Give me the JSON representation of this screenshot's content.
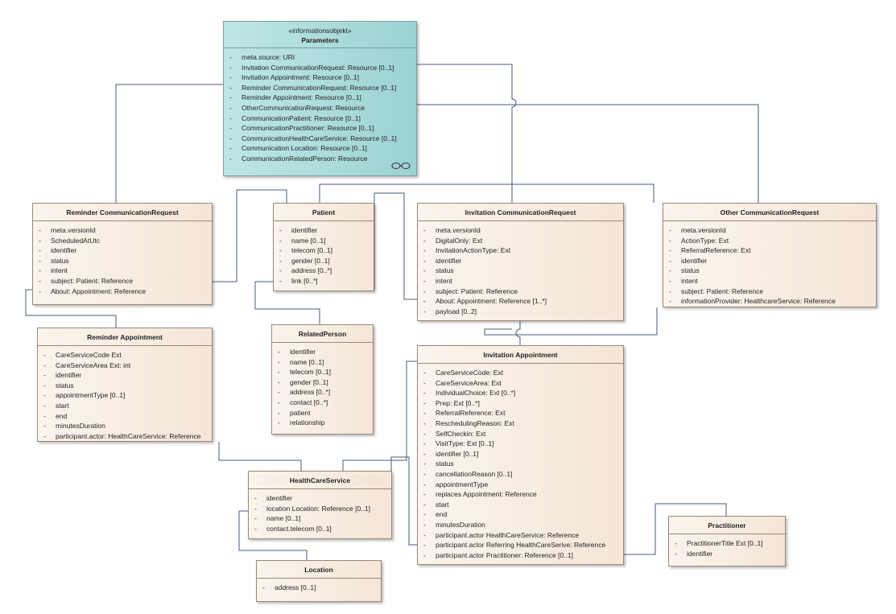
{
  "classes": {
    "parameters": {
      "stereotype": "«informationsobjekt»",
      "name": "Parameters",
      "attributes": [
        "meta.source: URI",
        "Invitation CommunicationRequest: Resource [0..1]",
        "Invitation Appointment: Resource [0..1]",
        "Reminder CommunicationRequest: Resource [0..1]",
        "Reminder Appointment: Resource [0..1]",
        "OtherCommunicationRequest: Resource",
        "CommunicationPatient: Resource [0..1]",
        "CommunicationPractitioner: Resource [0..1]",
        "CommunicationHealthCareService: Resource [0..1]",
        "Communication Location: Resource [0..1]",
        "CommunicationRelatedPerson: Resource"
      ]
    },
    "reminder_request": {
      "name": "Reminder CommunicationRequest",
      "attributes": [
        "meta.versionId",
        "ScheduledAtUtc",
        "identifier",
        "status",
        "intent",
        "subject: Patient: Reference",
        "About: Appointment: Reference"
      ]
    },
    "patient": {
      "name": "Patient",
      "attributes": [
        "identifier",
        "name [0..1]",
        "telecom [0..1]",
        "gender [0..1]",
        "address [0..*]",
        "link [0..*]"
      ]
    },
    "invitation_request": {
      "name": "Invitation CommunicationRequest",
      "attributes": [
        "meta.versionId",
        "DigitalOnly: Ext",
        "InvitationActionType: Ext",
        "identifier",
        "status",
        "intent",
        "subject: Patient: Reference",
        "About: Appointment: Reference [1..*]",
        "payload [0..2]"
      ]
    },
    "other_request": {
      "name": "Other CommunicationRequest",
      "attributes": [
        "meta.versionId",
        "ActionType: Ext",
        "ReferralReference: Ext",
        "identifier",
        "status",
        "intent",
        "subject: Patient: Reference",
        "informationProvider: HealthcareService: Reference"
      ]
    },
    "reminder_appointment": {
      "name": "Reminder Appointment",
      "attributes": [
        "CareServiceCode Ext",
        "CareServiceArea Ext: int",
        "identifier",
        "status",
        "appointmentType [0..1]",
        "start",
        "end",
        "minutesDuration",
        "participant.actor: HealthCareService: Reference"
      ]
    },
    "related_person": {
      "name": "RelatedPerson",
      "attributes": [
        "identifier",
        "name [0..1]",
        "telecom [0..1]",
        "gender [0..1]",
        "address [0..*]",
        "contact [0..*]",
        "patient",
        "relationship"
      ]
    },
    "invitation_appointment": {
      "name": "Invitation Appointment",
      "attributes": [
        "CareServiceCode: Ext",
        "CareServiceArea: Ext",
        "IndividualChoice: Ext [0..*]",
        "Prep: Ext [0..*]",
        "ReferralReference: Ext",
        "ReschedulingReason: Ext",
        "SelfCheckin: Ext",
        "VisitType: Ext [0..1]",
        "identifier [0..1]",
        "status",
        "cancellationReason [0..1]",
        "appointmentType",
        "replaces Appointment: Reference",
        "start",
        "end",
        "minutesDuration",
        "participant.actor HealthCareService: Reference",
        "participant.actor Referring HealthCareSerive: Reference",
        "participant.actor Practitioner: Reference [0..1]"
      ]
    },
    "healthcare_service": {
      "name": "HealthCareService",
      "attributes": [
        "identifier",
        "location Location: Reference [0..1]",
        "name [0..1]",
        "contact.telecom [0..1]"
      ]
    },
    "practitioner": {
      "name": "Practitioner",
      "attributes": [
        "PractitionerTitle Ext [0..1]",
        "identifier"
      ]
    },
    "location": {
      "name": "Location",
      "attributes": [
        "address [0..1]"
      ]
    }
  },
  "colors": {
    "class_fill": "#f4e6d8",
    "info_object_fill": "#9cd2d2",
    "border": "#9a8878",
    "connector": "#4a5a7a"
  },
  "icons": {
    "composite_glyph": "composite-glyph-icon"
  }
}
